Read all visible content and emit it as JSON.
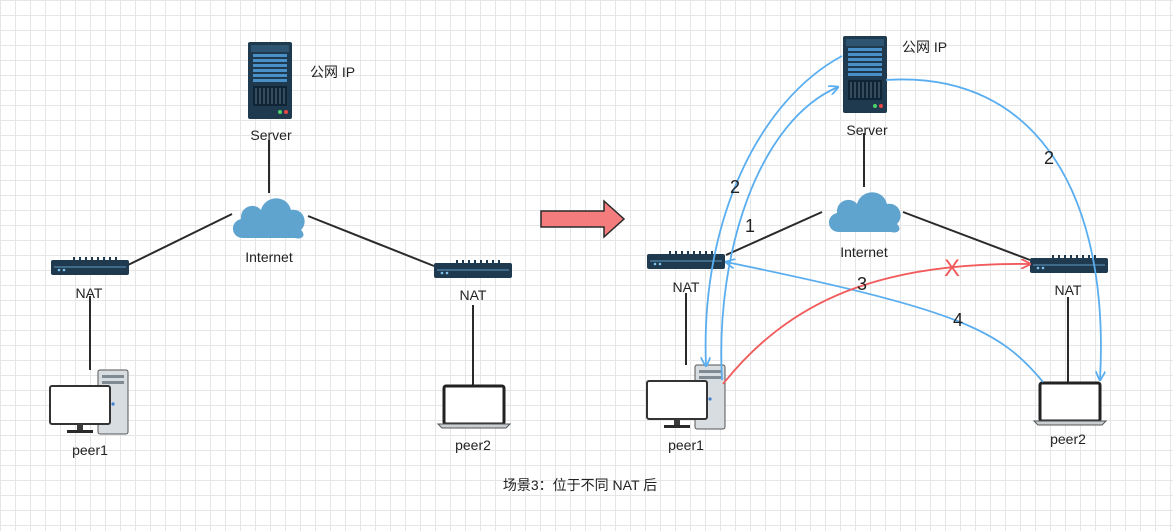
{
  "left": {
    "server_label": "Server",
    "public_ip_label": "公网 IP",
    "internet_label": "Internet",
    "nat1_label": "NAT",
    "nat2_label": "NAT",
    "peer1_label": "peer1",
    "peer2_label": "peer2"
  },
  "right": {
    "server_label": "Server",
    "public_ip_label": "公网 IP",
    "internet_label": "Internet",
    "nat1_label": "NAT",
    "nat2_label": "NAT",
    "peer1_label": "peer1",
    "peer2_label": "peer2",
    "step_labels": [
      "2",
      "1",
      "2",
      "3",
      "4"
    ],
    "blocked_mark": "X"
  },
  "caption": "场景3：位于不同 NAT 后",
  "colors": {
    "flow_blue": "#5aaef0",
    "flow_red": "#f25b5b",
    "arrow_fill": "#f47c7c",
    "device_dark": "#1f3a4f",
    "cloud": "#5fa3cf",
    "line": "#2a2a2a"
  },
  "icons": {
    "server": "server-icon",
    "cloud": "cloud-icon",
    "nat": "router-icon",
    "desktop": "desktop-computer-icon",
    "laptop": "laptop-icon",
    "transition": "right-arrow-icon"
  }
}
